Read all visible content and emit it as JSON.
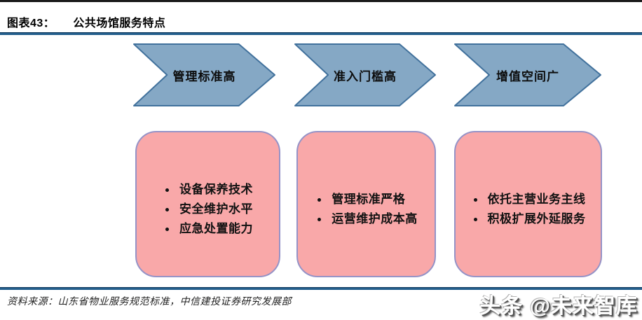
{
  "header": {
    "figure_label": "图表43：",
    "title": "公共场馆服务特点"
  },
  "flow": {
    "arrows": [
      {
        "label": "管理标准高"
      },
      {
        "label": "准入门槛高"
      },
      {
        "label": "增值空间广"
      }
    ],
    "boxes": [
      {
        "items": [
          "设备保养技术",
          "安全维护水平",
          "应急处置能力"
        ]
      },
      {
        "items": [
          "管理标准严格",
          "运营维护成本高"
        ]
      },
      {
        "items": [
          "依托主营业务主线",
          "积极扩展外延服务"
        ]
      }
    ]
  },
  "footer": {
    "source": "资料来源：山东省物业服务规范标准，中信建投证券研究发展部"
  },
  "watermark": {
    "text": "头条 @未来智库"
  },
  "colors": {
    "arrow_fill": "#85a8c5",
    "arrow_border": "#41719c",
    "box_fill": "#f9a8a9",
    "box_border": "#9593c7",
    "rule_blue": "#235e8c",
    "rule_black": "#1a1a1a"
  }
}
